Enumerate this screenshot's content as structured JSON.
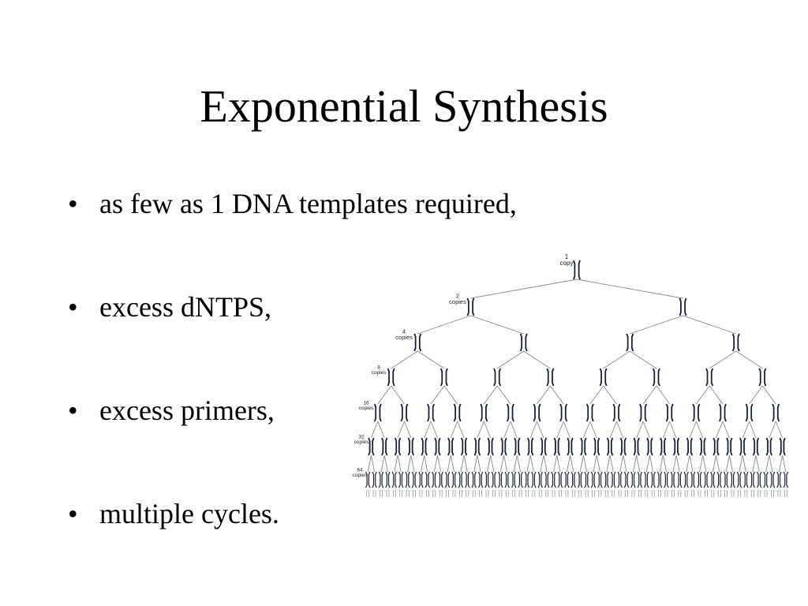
{
  "title": "Exponential Synthesis",
  "bullets": [
    "as few as 1 DNA templates required,",
    "excess dNTPS,",
    "excess primers,",
    "multiple cycles."
  ],
  "diagram": {
    "levels": [
      {
        "count": 1,
        "number": "1",
        "unit": "copy"
      },
      {
        "count": 2,
        "number": "2",
        "unit": "copies"
      },
      {
        "count": 4,
        "number": "4",
        "unit": "copies"
      },
      {
        "count": 8,
        "number": "8",
        "unit": "copies"
      },
      {
        "count": 16,
        "number": "16",
        "unit": "copies"
      },
      {
        "count": 32,
        "number": "32",
        "unit": "copies"
      },
      {
        "count": 64,
        "number": "64",
        "unit": "copies"
      }
    ],
    "strand_color": "#1b2238",
    "line_color": "#8a8a8a"
  }
}
